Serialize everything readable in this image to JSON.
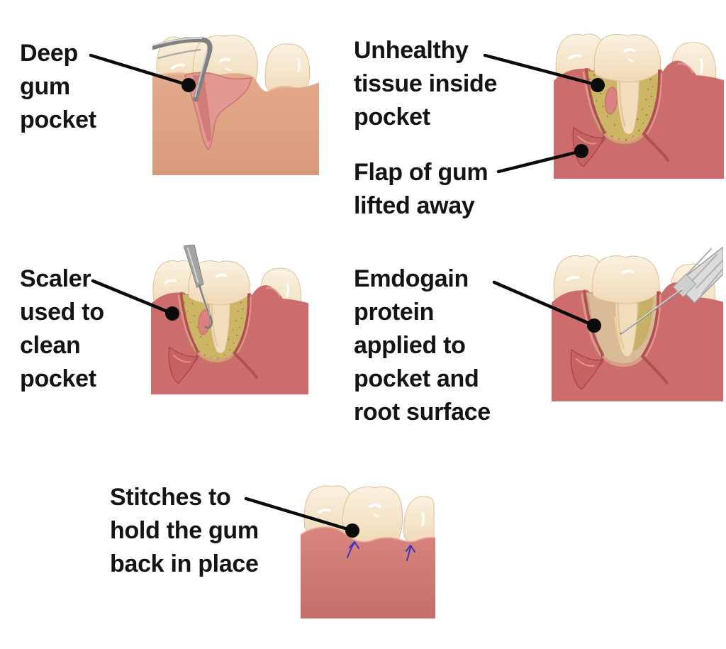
{
  "figure": {
    "background": "#ffffff",
    "text_color": "#141414",
    "leader_color": "#0b0b0b"
  },
  "panels": [
    {
      "id": "deep-gum-pocket",
      "label": "Deep\ngum\npocket"
    },
    {
      "id": "flap-lifted",
      "labels": [
        "Unhealthy\ntissue inside\npocket",
        "Flap of gum\nlifted away"
      ]
    },
    {
      "id": "scaler-clean",
      "label": "Scaler\nused to\nclean\npocket"
    },
    {
      "id": "emdogain-applied",
      "label": "Emdogain\nprotein\napplied to\npocket and\nroot surface"
    },
    {
      "id": "stitches",
      "label": "Stitches to\nhold the gum\nback in place"
    }
  ],
  "colors": {
    "tooth": "#f5e2c6",
    "tooth_highlight": "#fbf2e1",
    "tooth_outline": "#e0bd97",
    "gum_tan": "#dca184",
    "pocket_pink": "#e29792",
    "pocket_deep_pink": "#d07c78",
    "gum_red": "#cd6c6c",
    "gum_red_dark": "#af5151",
    "gum_red_light": "#e2938d",
    "unhealthy_tissue_yellow": "#ccb565",
    "tissue_speckle": "#97802e",
    "clean_pocket_tan": "#d9bb97",
    "emdogain_protein": "#f6edb4",
    "instrument_gray": "#8a8a8a",
    "stitch_blue": "#3c35bc",
    "healed_gum": "#d8867f"
  }
}
